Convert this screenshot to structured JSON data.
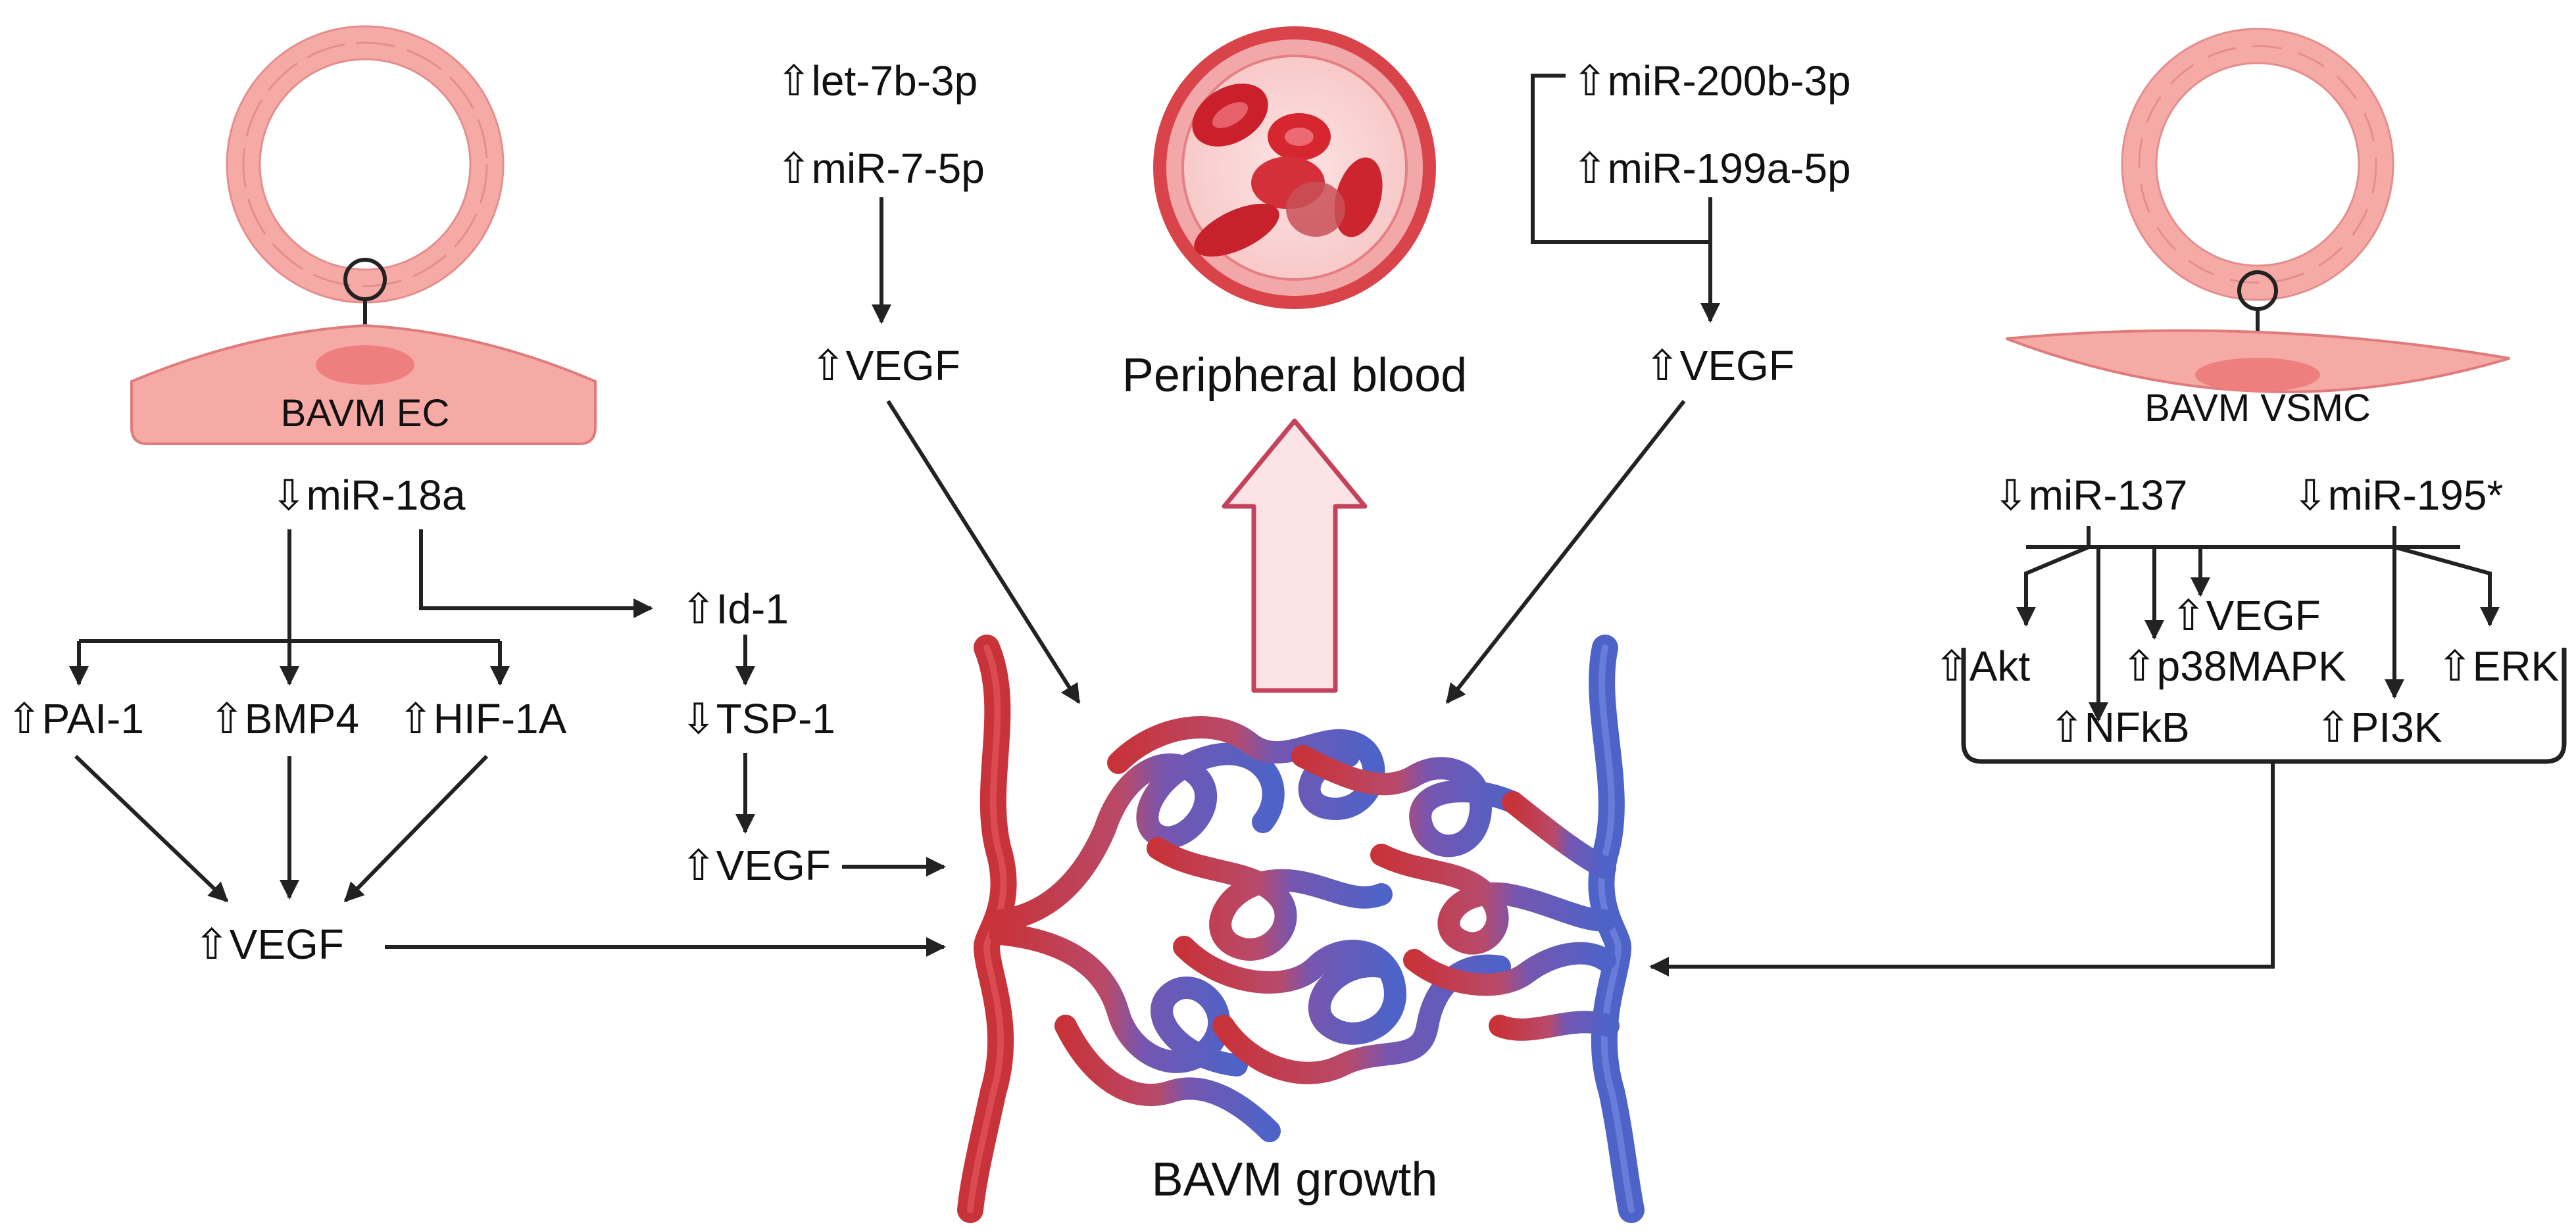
{
  "arrows": {
    "up": "⇧",
    "down": "⇩"
  },
  "colors": {
    "artery": "#c8333a",
    "vein": "#4d63c8",
    "cell_pink": "#f6aaa6",
    "cell_nucleus": "#ef7f7f",
    "blood_ring": "#d9444a",
    "big_arrow_fill": "#fbe3e6",
    "big_arrow_stroke": "#c4425a",
    "line": "#222222"
  },
  "icons": {
    "ec_vessel": "vessel-ring-icon",
    "ec_cell": "endothelial-cell-icon",
    "blood": "blood-vessel-cross-section-icon",
    "vsmc_vessel": "vessel-ring-icon",
    "vsmc_cell": "smooth-muscle-cell-icon",
    "nidus": "bavm-nidus-icon",
    "big_arrow": "up-arrow-icon"
  },
  "ec": {
    "cell_label": "BAVM EC",
    "mir": "miR-18a",
    "targets": [
      "PAI-1",
      "BMP4",
      "HIF-1A"
    ],
    "vegf": "VEGF",
    "id1": "Id-1",
    "tsp1": "TSP-1",
    "vegf2": "VEGF"
  },
  "blood": {
    "label": "Peripheral blood",
    "left_mirs": [
      "let-7b-3p",
      "miR-7-5p"
    ],
    "left_vegf": "VEGF",
    "right_mirs": [
      "miR-200b-3p",
      "miR-199a-5p"
    ],
    "right_vegf": "VEGF"
  },
  "vsmc": {
    "cell_label": "BAVM VSMC",
    "mirs": [
      "miR-137",
      "miR-195*"
    ],
    "targets": {
      "vegf": "VEGF",
      "akt": "Akt",
      "p38": "p38MAPK",
      "erk": "ERK",
      "nfkb": "NFkB",
      "pi3k": "PI3K"
    }
  },
  "outcome": {
    "label": "BAVM growth"
  }
}
